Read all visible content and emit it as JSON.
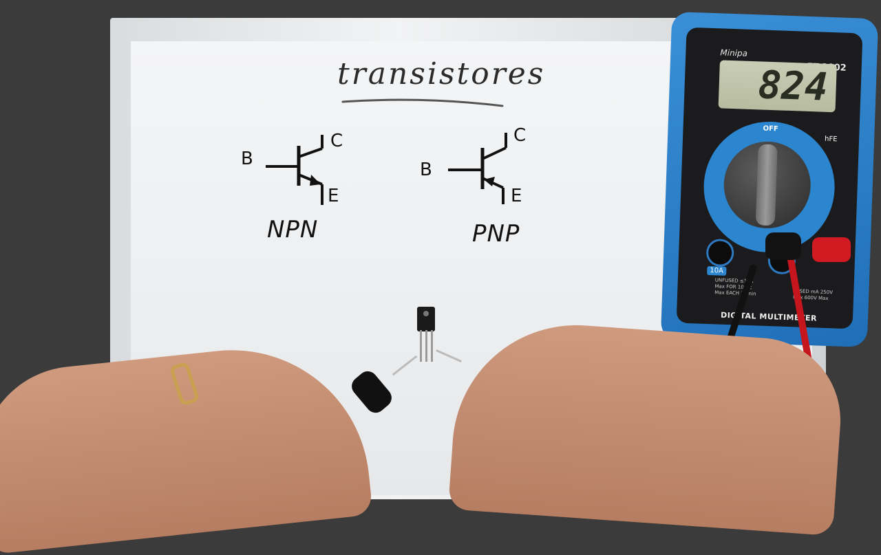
{
  "whiteboard": {
    "title": "transistores",
    "npn": {
      "base_label": "B",
      "collector_label": "C",
      "emitter_label": "E",
      "type_label": "NPN"
    },
    "pnp": {
      "base_label": "B",
      "collector_label": "C",
      "emitter_label": "E",
      "type_label": "PNP"
    }
  },
  "multimeter": {
    "brand": "Minipa",
    "model": "ET-1002",
    "display_value": "824",
    "dial_off_label": "OFF",
    "dial_hfe_label": "hFE",
    "jack_10a_label": "10A",
    "unfused_text": "UNFUSED ≤10A Max FOR 10sec Max EACH 15min",
    "fused_text": "FUSED mA 250V Max 600V Max",
    "bottom_label": "DIGITAL MULTIMETER"
  },
  "colors": {
    "meter_blue": "#2c86cf",
    "lead_red": "#c4161c",
    "lead_black": "#111111"
  }
}
